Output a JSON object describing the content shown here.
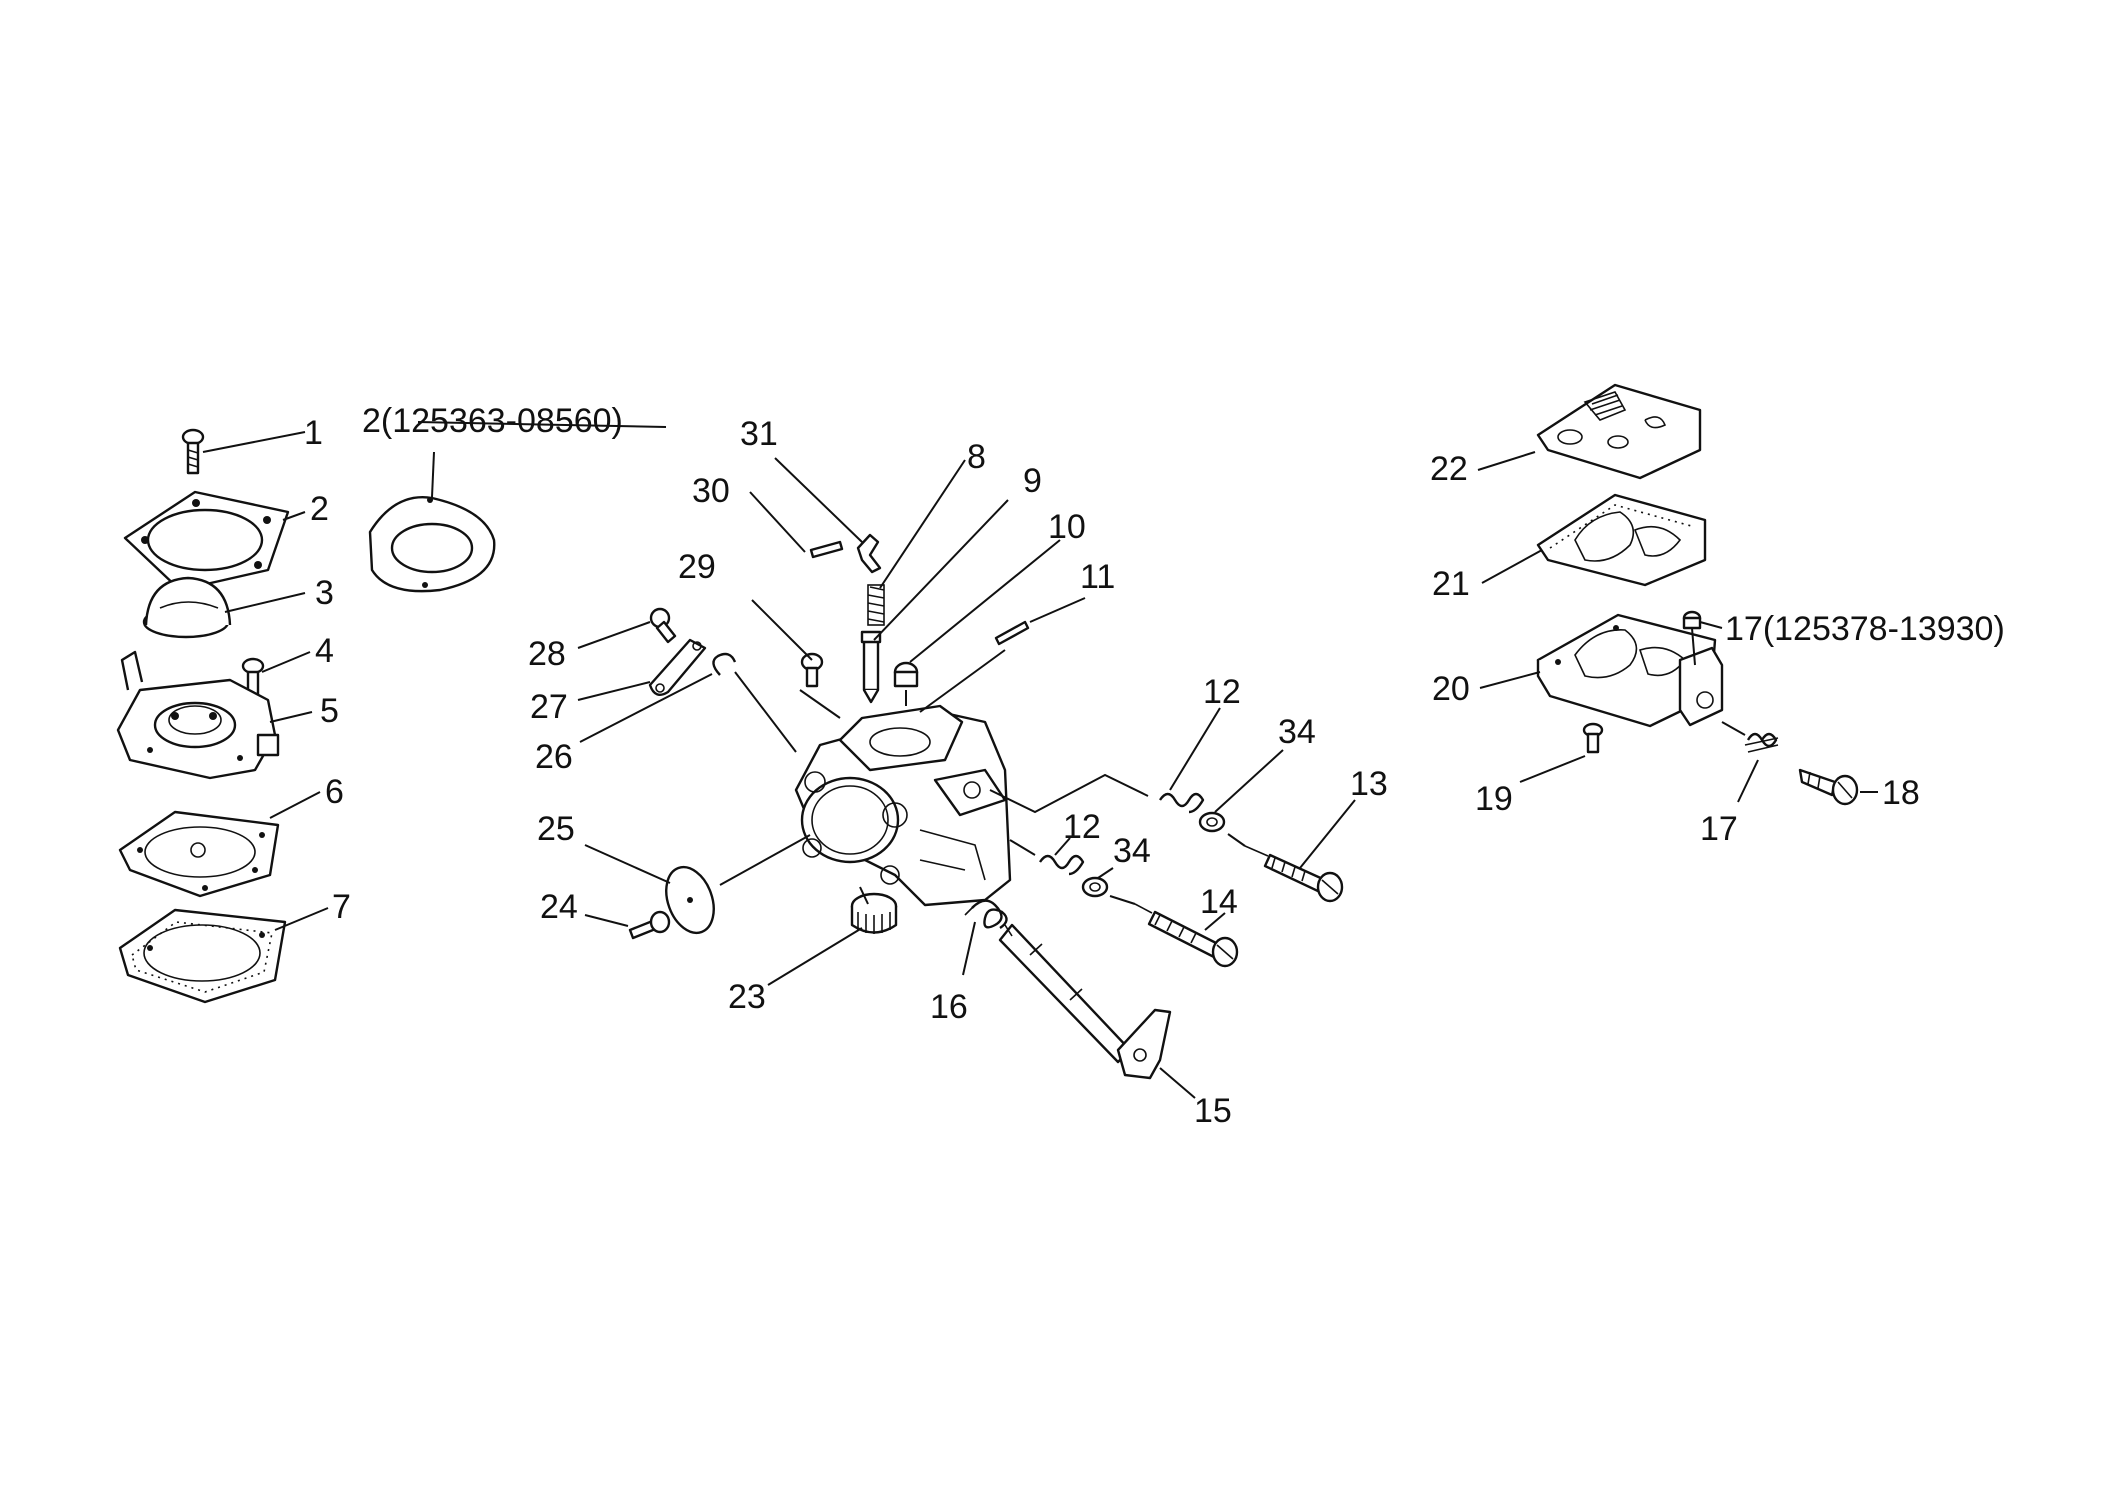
{
  "diagram": {
    "labels": {
      "p1": "1",
      "p2": "2",
      "p2_alt": "2(125363-08560)",
      "p3": "3",
      "p4": "4",
      "p5": "5",
      "p6": "6",
      "p7": "7",
      "p8": "8",
      "p9": "9",
      "p10": "10",
      "p11": "11",
      "p12a": "12",
      "p12b": "12",
      "p13": "13",
      "p14": "14",
      "p15": "15",
      "p16": "16",
      "p17a": "17",
      "p17b": "17(125378-13930)",
      "p18": "18",
      "p19": "19",
      "p20": "20",
      "p21": "21",
      "p22": "22",
      "p23": "23",
      "p24": "24",
      "p25": "25",
      "p26": "26",
      "p27": "27",
      "p28": "28",
      "p29": "29",
      "p30": "30",
      "p31": "31",
      "p34a": "34",
      "p34b": "34"
    },
    "colors": {
      "ink": "#111111",
      "background": "#ffffff"
    }
  }
}
